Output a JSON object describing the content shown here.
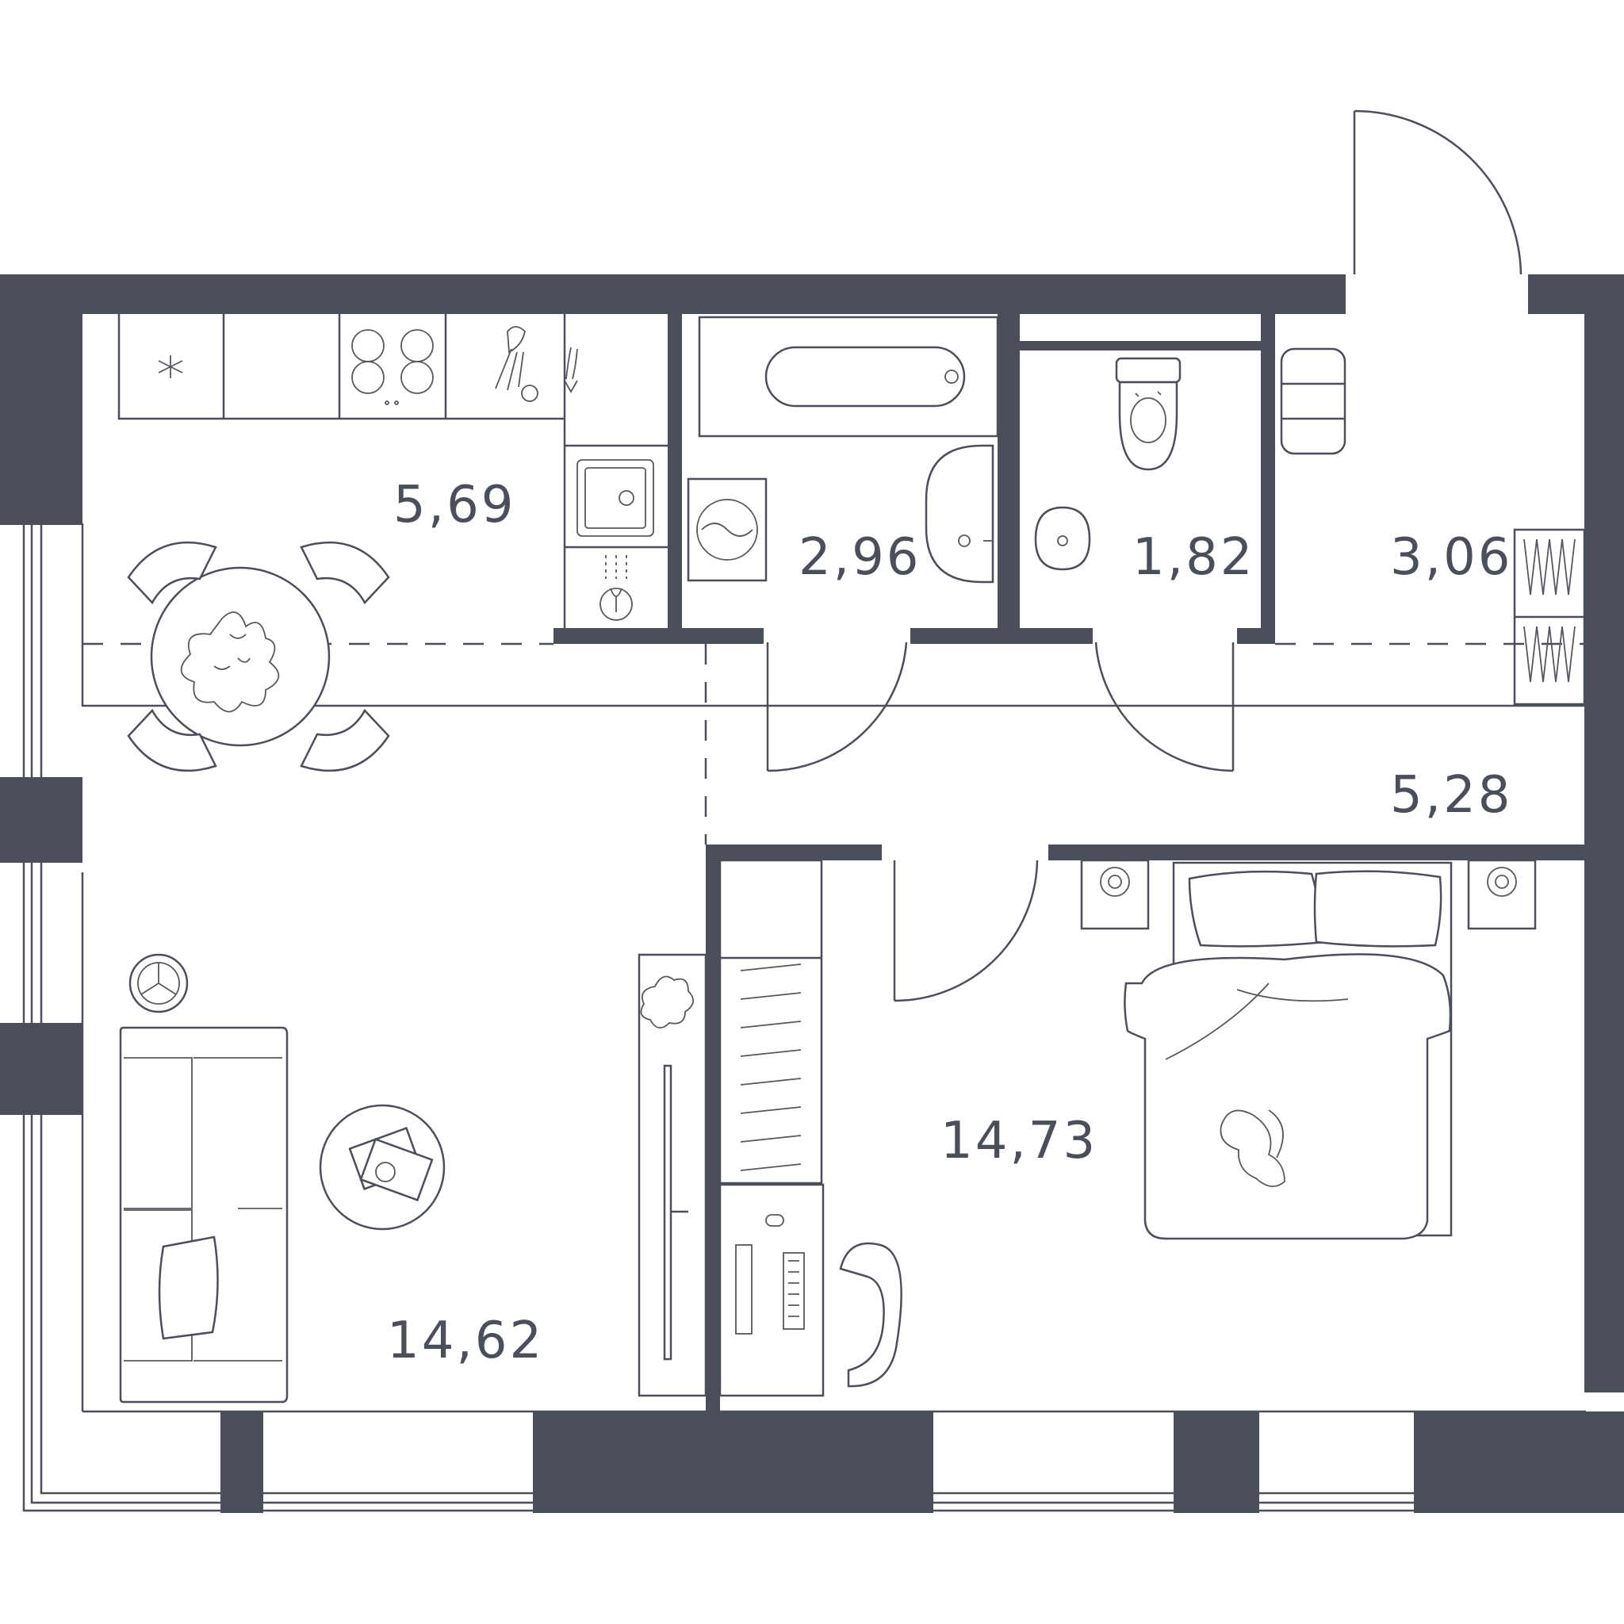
{
  "colors": {
    "wall": "#4b4f59",
    "background": "#ffffff"
  },
  "rooms": [
    {
      "id": "kitchen",
      "area": "5,69"
    },
    {
      "id": "bathroom",
      "area": "2,96"
    },
    {
      "id": "toilet",
      "area": "1,82"
    },
    {
      "id": "entry",
      "area": "3,06"
    },
    {
      "id": "hall",
      "area": "5,28"
    },
    {
      "id": "living",
      "area": "14,62"
    },
    {
      "id": "bedroom",
      "area": "14,73"
    }
  ]
}
